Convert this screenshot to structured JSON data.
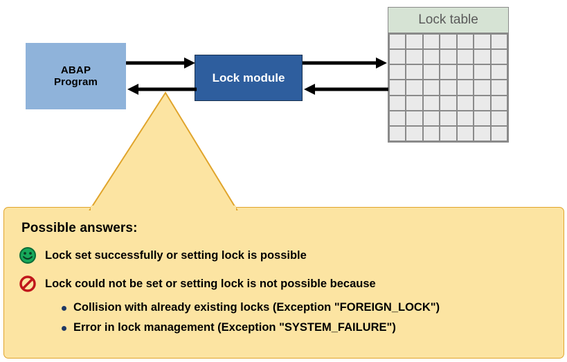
{
  "diagram": {
    "nodes": {
      "abap_program": {
        "label_line1": "ABAP",
        "label_line2": "Program",
        "fill_color": "#8FB3DA",
        "text_color": "#000000"
      },
      "lock_module": {
        "label": "Lock module",
        "fill_color": "#2E5E9E",
        "text_color": "#FFFFFF"
      },
      "lock_table": {
        "title": "Lock table",
        "header_color": "#D6E3D4",
        "cell_color": "#EAEAEA",
        "grid_rows": 7,
        "grid_cols": 7
      }
    },
    "arrows": [
      {
        "name": "abap-to-lock-module",
        "direction": "right"
      },
      {
        "name": "lock-module-to-abap",
        "direction": "left"
      },
      {
        "name": "lock-module-to-lock-table",
        "direction": "right"
      },
      {
        "name": "lock-table-to-lock-module",
        "direction": "left"
      }
    ],
    "arrow_color": "#000000"
  },
  "callout": {
    "title": "Possible answers:",
    "background_color": "#FCE4A2",
    "border_color": "#E0A42B",
    "answers": [
      {
        "icon": "green-smiley-icon",
        "icon_color": "#0FA04A",
        "text": "Lock set successfully or setting lock is possible",
        "sub_items": []
      },
      {
        "icon": "red-prohibition-icon",
        "icon_color": "#C0171B",
        "text": "Lock could not be set or setting lock is not possible because",
        "sub_items": [
          "Collision with already existing locks (Exception \"FOREIGN_LOCK\")",
          "Error in lock management (Exception \"SYSTEM_FAILURE\")"
        ]
      }
    ],
    "sub_bullet_color": "#1F3864"
  }
}
